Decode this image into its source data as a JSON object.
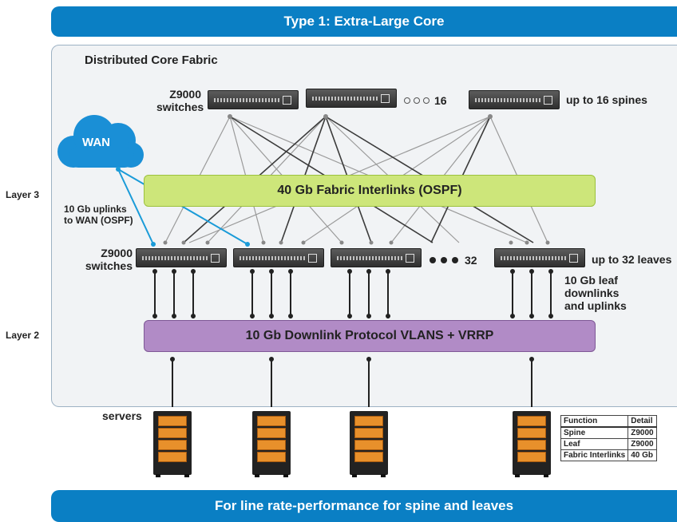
{
  "header": {
    "title": "Type 1: Extra-Large Core"
  },
  "footer": {
    "text": "For line rate-performance for spine and leaves"
  },
  "fabric": {
    "title": "Distributed Core Fabric"
  },
  "layers": {
    "layer3": "Layer 3",
    "layer2": "Layer 2"
  },
  "spine": {
    "label_line1": "Z9000",
    "label_line2": "switches",
    "count": "16",
    "note": "up to 16 spines"
  },
  "leaf": {
    "label_line1": "Z9000",
    "label_line2": "switches",
    "count": "32",
    "note": "up to 32 leaves",
    "downlink_note_1": "10 Gb leaf",
    "downlink_note_2": "downlinks",
    "downlink_note_3": "and uplinks"
  },
  "wan": {
    "label": "WAN",
    "uplink_note_1": "10 Gb uplinks",
    "uplink_note_2": "to WAN (OSPF)"
  },
  "bands": {
    "interlinks": "40 Gb Fabric Interlinks (OSPF)",
    "downlink": "10 Gb Downlink Protocol VLANS + VRRP"
  },
  "servers": {
    "label": "servers"
  },
  "legend": {
    "headers": [
      "Function",
      "Detail"
    ],
    "rows": [
      {
        "function": "Spine",
        "detail": "Z9000"
      },
      {
        "function": "Leaf",
        "detail": "Z9000"
      },
      {
        "function": "Fabric Interlinks",
        "detail": "40 Gb"
      }
    ]
  },
  "colors": {
    "banner": "#0a7fc4",
    "interlink_band": "#cde67a",
    "downlink_band": "#b18bc6",
    "wan_cloud": "#1a8fd6",
    "server_rack": "#e8902b"
  }
}
